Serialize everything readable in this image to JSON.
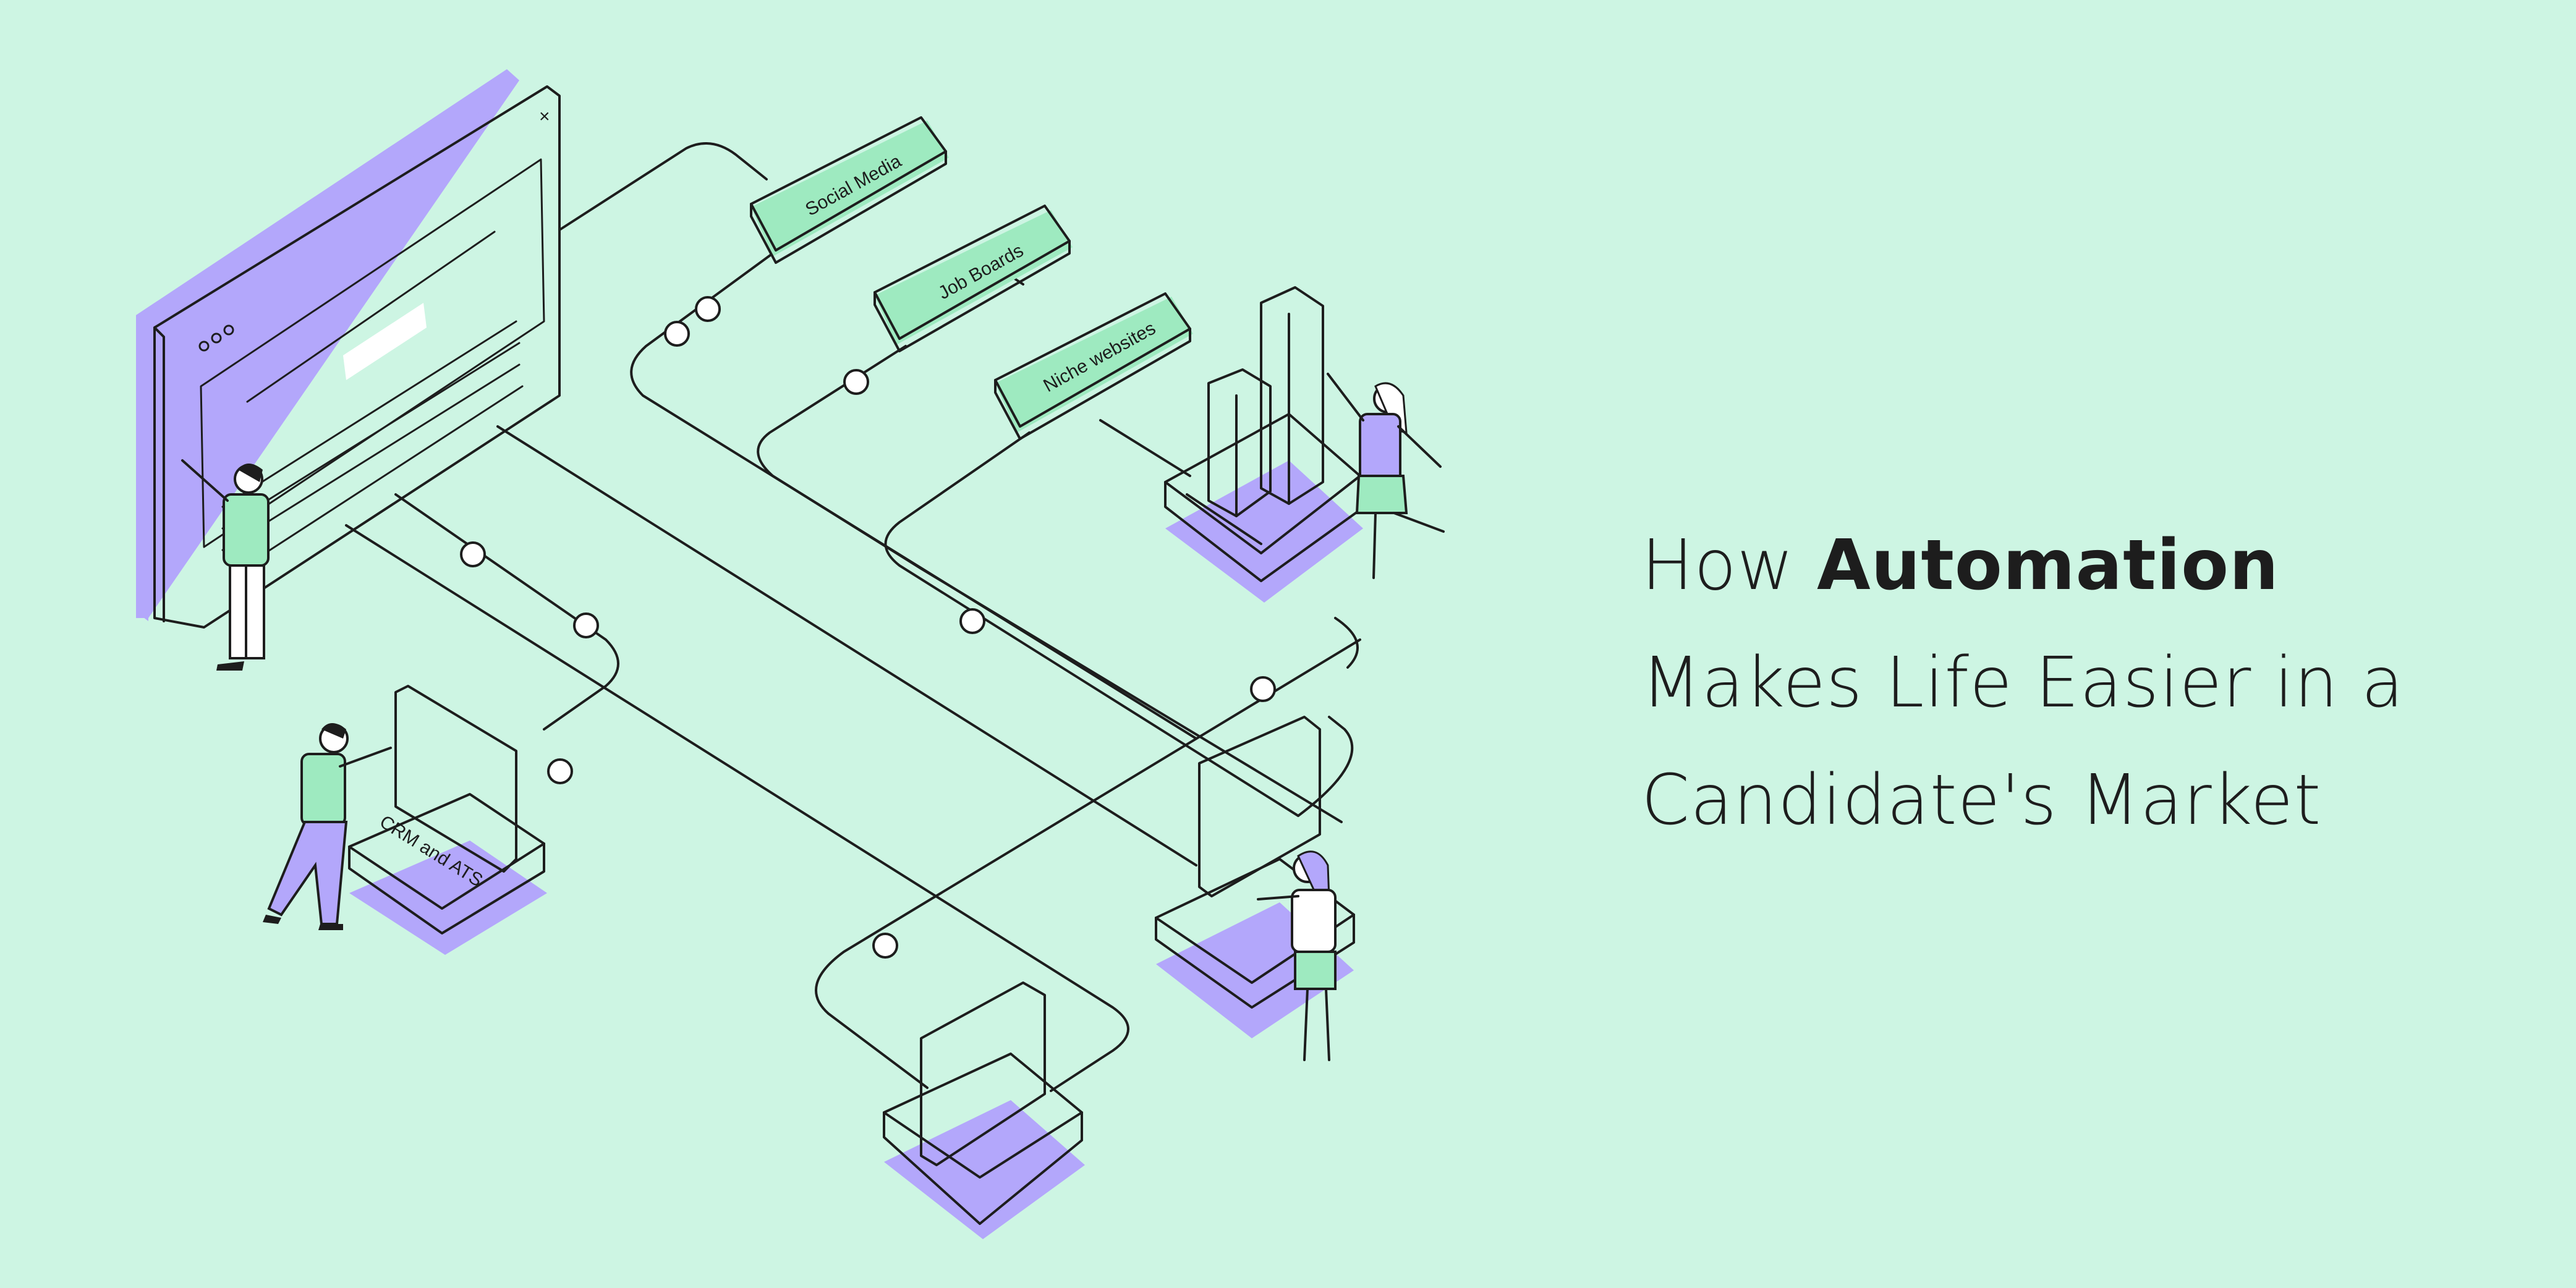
{
  "illustration": {
    "labels": {
      "social_media": "Social Media",
      "job_boards": "Job Boards",
      "niche_websites": "Niche websites",
      "crm_ats": "CRM and ATS"
    },
    "window_close_glyph": "×",
    "icons": [
      "window-dots-icon",
      "close-icon"
    ],
    "colors": {
      "background": "#cdf5e3",
      "accent_purple": "#b3a7fb",
      "accent_green": "#9eeac0",
      "ink": "#1d1d1d",
      "panel_white": "#ffffff",
      "screen_gray": "#d3d3d3"
    }
  },
  "headline": {
    "line1_prefix": "How ",
    "line1_bold": "Automation",
    "line2": "Makes Life Easier in a",
    "line3": "Candidate's Market"
  }
}
